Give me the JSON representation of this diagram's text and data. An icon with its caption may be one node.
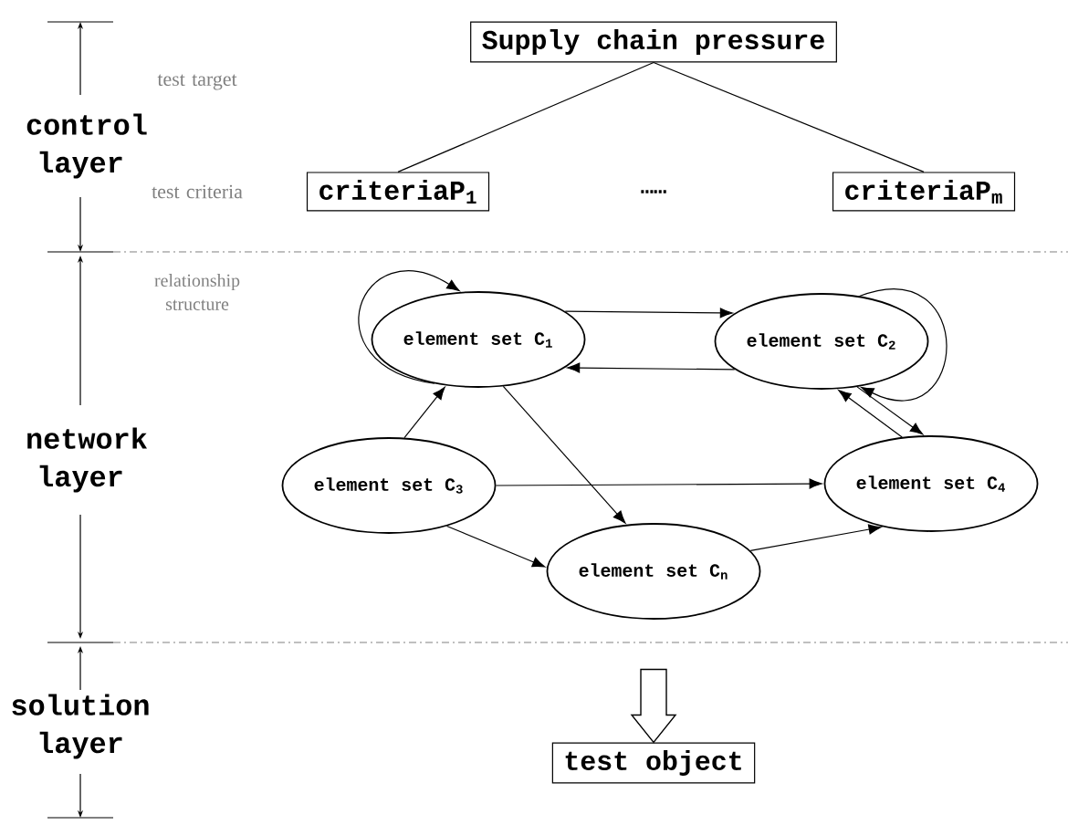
{
  "diagram": {
    "nodes": [
      {
        "text": [
          "Supply chain pressure"
        ]
      },
      {
        "text": [
          "criteriaP$_{1}$"
        ]
      },
      {
        "text": [
          "criteriaP$_{m}$"
        ]
      },
      {
        "text": [
          "element set C$_{1}$"
        ]
      },
      {
        "text": [
          "element set C$_{2}$"
        ]
      },
      {
        "text": [
          "element set C$_{3}$"
        ]
      },
      {
        "text": [
          "element set C$_{4}$"
        ]
      },
      {
        "text": [
          "element set C$_{n}$"
        ]
      },
      {
        "text": [
          "test object"
        ]
      }
    ],
    "edges": [
      {
        "from": 0,
        "to": 1,
        "arrow": "none"
      },
      {
        "from": 0,
        "to": 2,
        "arrow": "none"
      },
      {
        "from": 3,
        "to": 3,
        "arrow": "to"
      },
      {
        "from": 3,
        "to": 4,
        "arrow": "to"
      },
      {
        "from": 4,
        "to": 3,
        "arrow": "to"
      },
      {
        "from": 4,
        "to": 4,
        "arrow": "to"
      },
      {
        "from": 3,
        "to": 7,
        "arrow": "to"
      },
      {
        "from": 5,
        "to": 3,
        "arrow": "to"
      },
      {
        "from": 5,
        "to": 6,
        "arrow": "to"
      },
      {
        "from": 5,
        "to": 7,
        "arrow": "to"
      },
      {
        "from": 7,
        "to": 6,
        "arrow": "to"
      },
      {
        "from": 6,
        "to": 4,
        "arrow": "to"
      },
      {
        "from": 4,
        "to": 6,
        "arrow": "to"
      },
      {
        "from": null,
        "to": 8,
        "arrow": "to"
      }
    ],
    "labels": [
      "control layer",
      "test target",
      "test criteria",
      "……",
      "network layer",
      "relationship structure",
      "solution layer"
    ]
  }
}
